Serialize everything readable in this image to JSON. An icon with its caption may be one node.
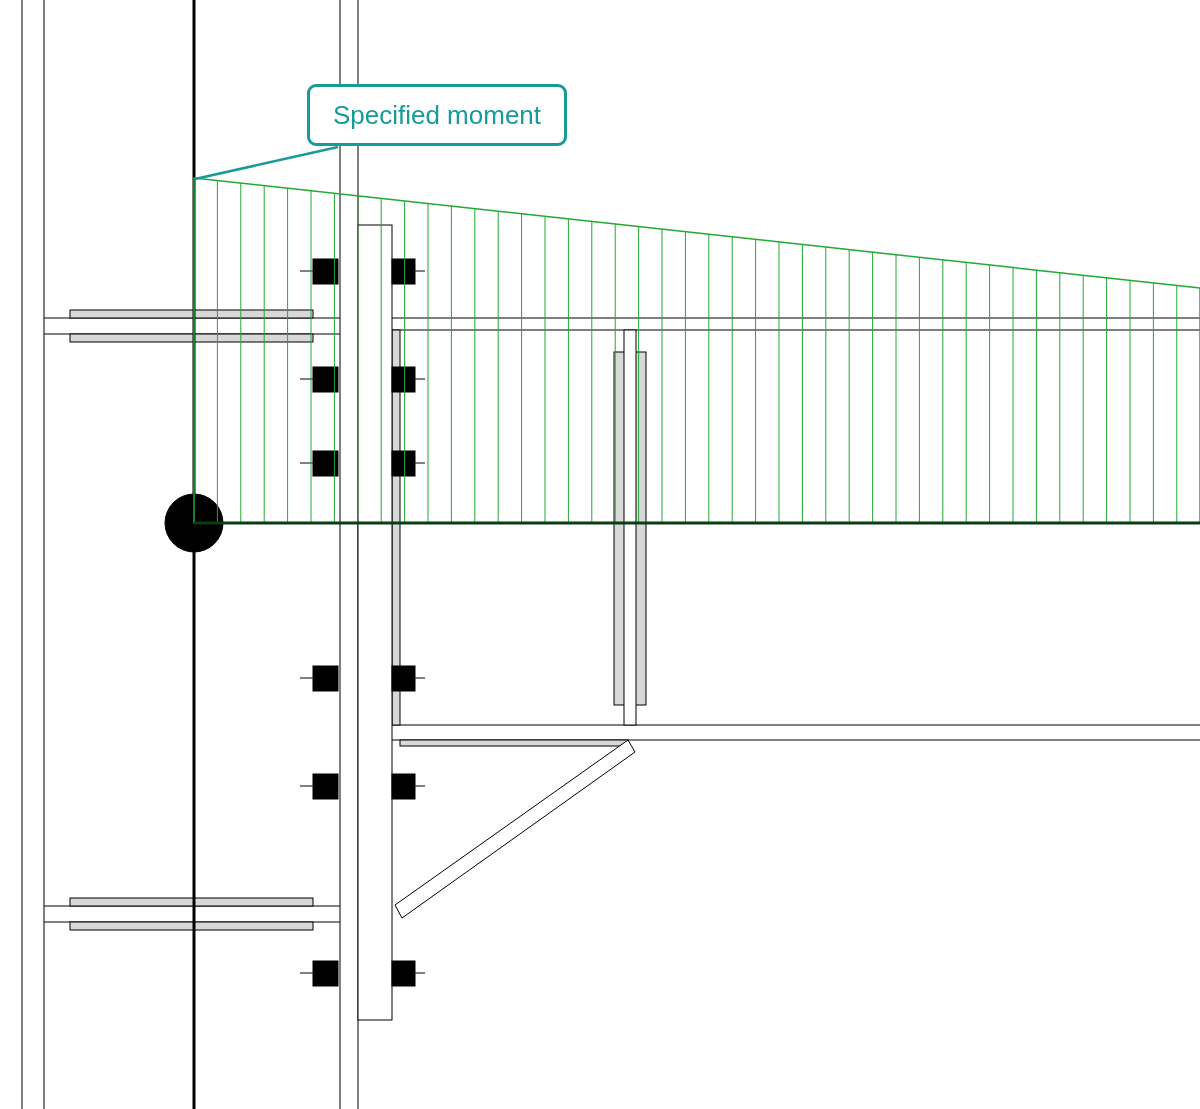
{
  "diagram": {
    "nodes": [
      {
        "text": [
          "Specified moment"
        ]
      },
      {
        "text": [],
        "shape": "picture"
      }
    ],
    "edges": [
      {
        "from": 0,
        "to": 1,
        "arrow": "none"
      }
    ]
  }
}
